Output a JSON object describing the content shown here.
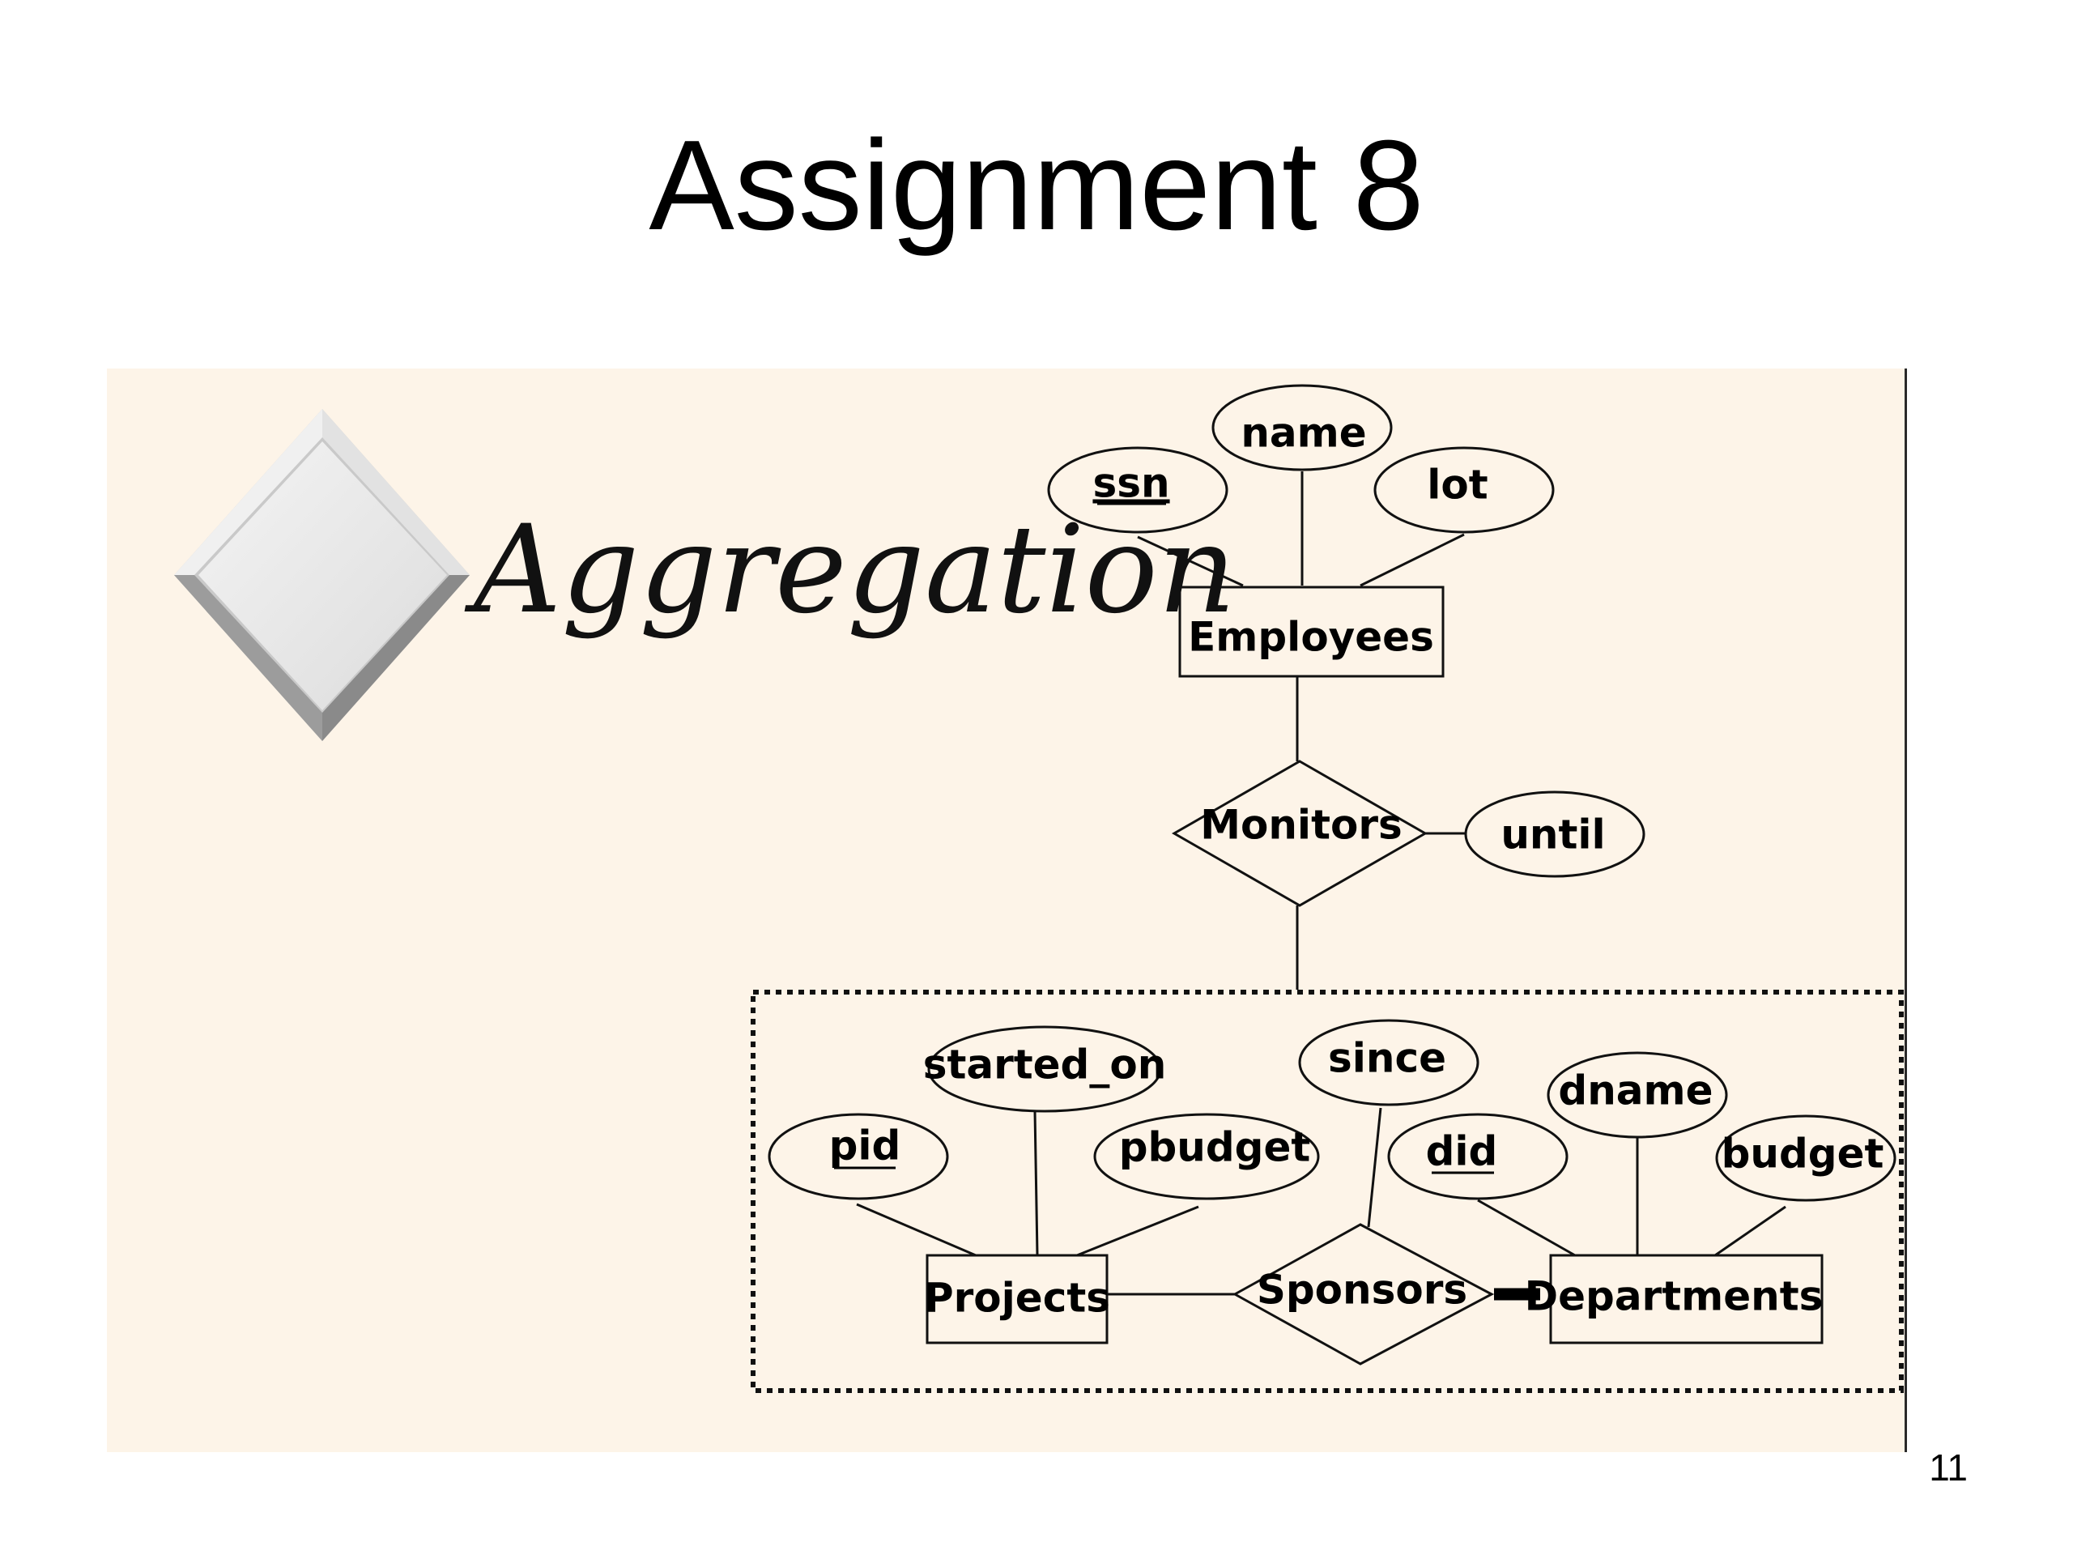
{
  "slide": {
    "title": "Assignment 8",
    "page_number": "11"
  },
  "figure": {
    "heading": "Aggregation",
    "entities": {
      "employees": "Employees",
      "projects": "Projects",
      "departments": "Departments"
    },
    "relationships": {
      "monitors": "Monitors",
      "sponsors": "Sponsors"
    },
    "attributes": {
      "ssn": "ssn",
      "name": "name",
      "lot": "lot",
      "until": "until",
      "started_on": "started_on",
      "since": "since",
      "dname": "dname",
      "pid": "pid",
      "pbudget": "pbudget",
      "did": "did",
      "budget": "budget"
    }
  }
}
